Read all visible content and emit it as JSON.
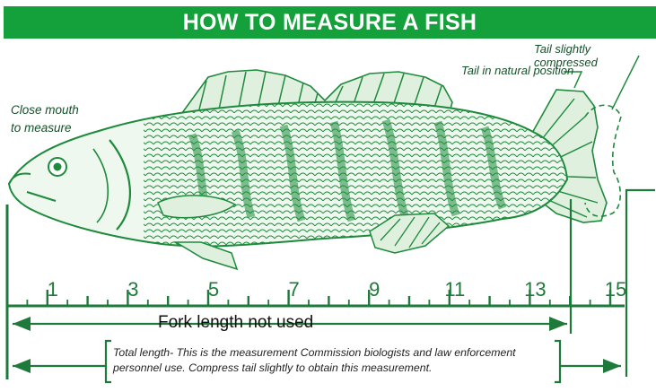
{
  "title": "HOW TO MEASURE A FISH",
  "colors": {
    "banner": "#14a03a",
    "fish": "#1e8a3c",
    "ruler": "#1e7a3a",
    "text": "#111111"
  },
  "annotations": {
    "close_mouth": [
      "Close mouth",
      "to measure"
    ],
    "tail_natural": "Tail in natural position",
    "tail_compressed": "Tail slightly compressed"
  },
  "ruler": {
    "labels": [
      "1",
      "3",
      "5",
      "7",
      "9",
      "11",
      "13",
      "15"
    ],
    "label_values": [
      1,
      3,
      5,
      7,
      9,
      11,
      13,
      15
    ]
  },
  "measurements": {
    "fork_length": "Fork length not used",
    "total_length": "Total length- This is the measurement Commission biologists and law enforcement personnel use. Compress tail slightly to obtain this measurement."
  }
}
